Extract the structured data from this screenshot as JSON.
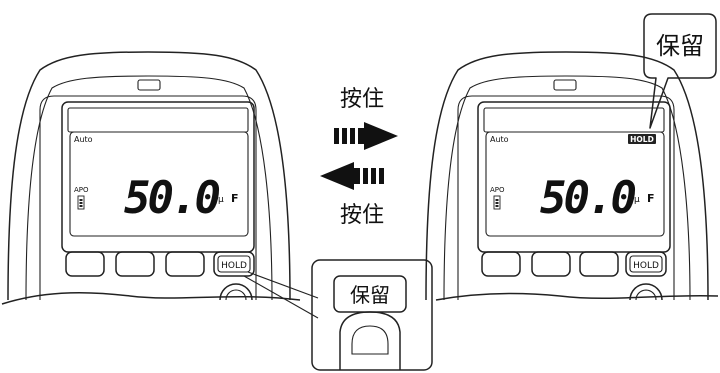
{
  "meters": [
    {
      "range_mode": "Auto",
      "apo": "APO",
      "reading": "50.0",
      "unit_prefix": "μ",
      "unit": "F",
      "hold_indicator": "",
      "button_label": "HOLD"
    },
    {
      "range_mode": "Auto",
      "apo": "APO",
      "reading": "50.0",
      "unit_prefix": "μ",
      "unit": "F",
      "hold_indicator": "HOLD",
      "button_label": "HOLD",
      "callout": "保留"
    }
  ],
  "arrows": {
    "forward_label": "按住",
    "backward_label": "按住"
  },
  "zoom_inset": {
    "label": "保留"
  },
  "colors": {
    "line": "#222222",
    "background": "#ffffff"
  }
}
